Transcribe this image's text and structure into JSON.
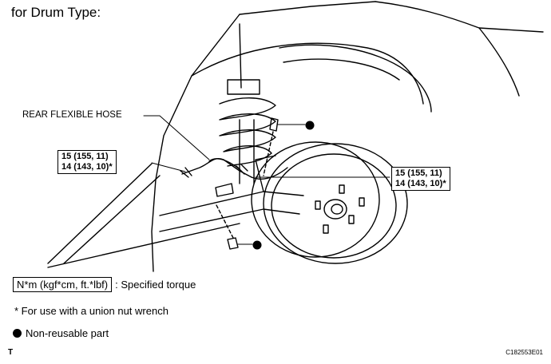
{
  "title": "for Drum Type:",
  "labels": {
    "hose": "REAR FLEXIBLE HOSE",
    "torque_left": [
      "15 (155, 11)",
      "14 (143, 10)*"
    ],
    "torque_right": [
      "15 (155, 11)",
      "14 (143, 10)*"
    ]
  },
  "legend": {
    "torque_key": "N*m (kgf*cm, ft.*lbf)",
    "torque_desc": ": Specified torque",
    "union_note": "* For use with a union nut wrench",
    "nonreusable": "Non-reusable part"
  },
  "footer": {
    "page_letter": "T",
    "figure_code": "C182553E01"
  },
  "icons": [
    "filled-dot-icon"
  ]
}
